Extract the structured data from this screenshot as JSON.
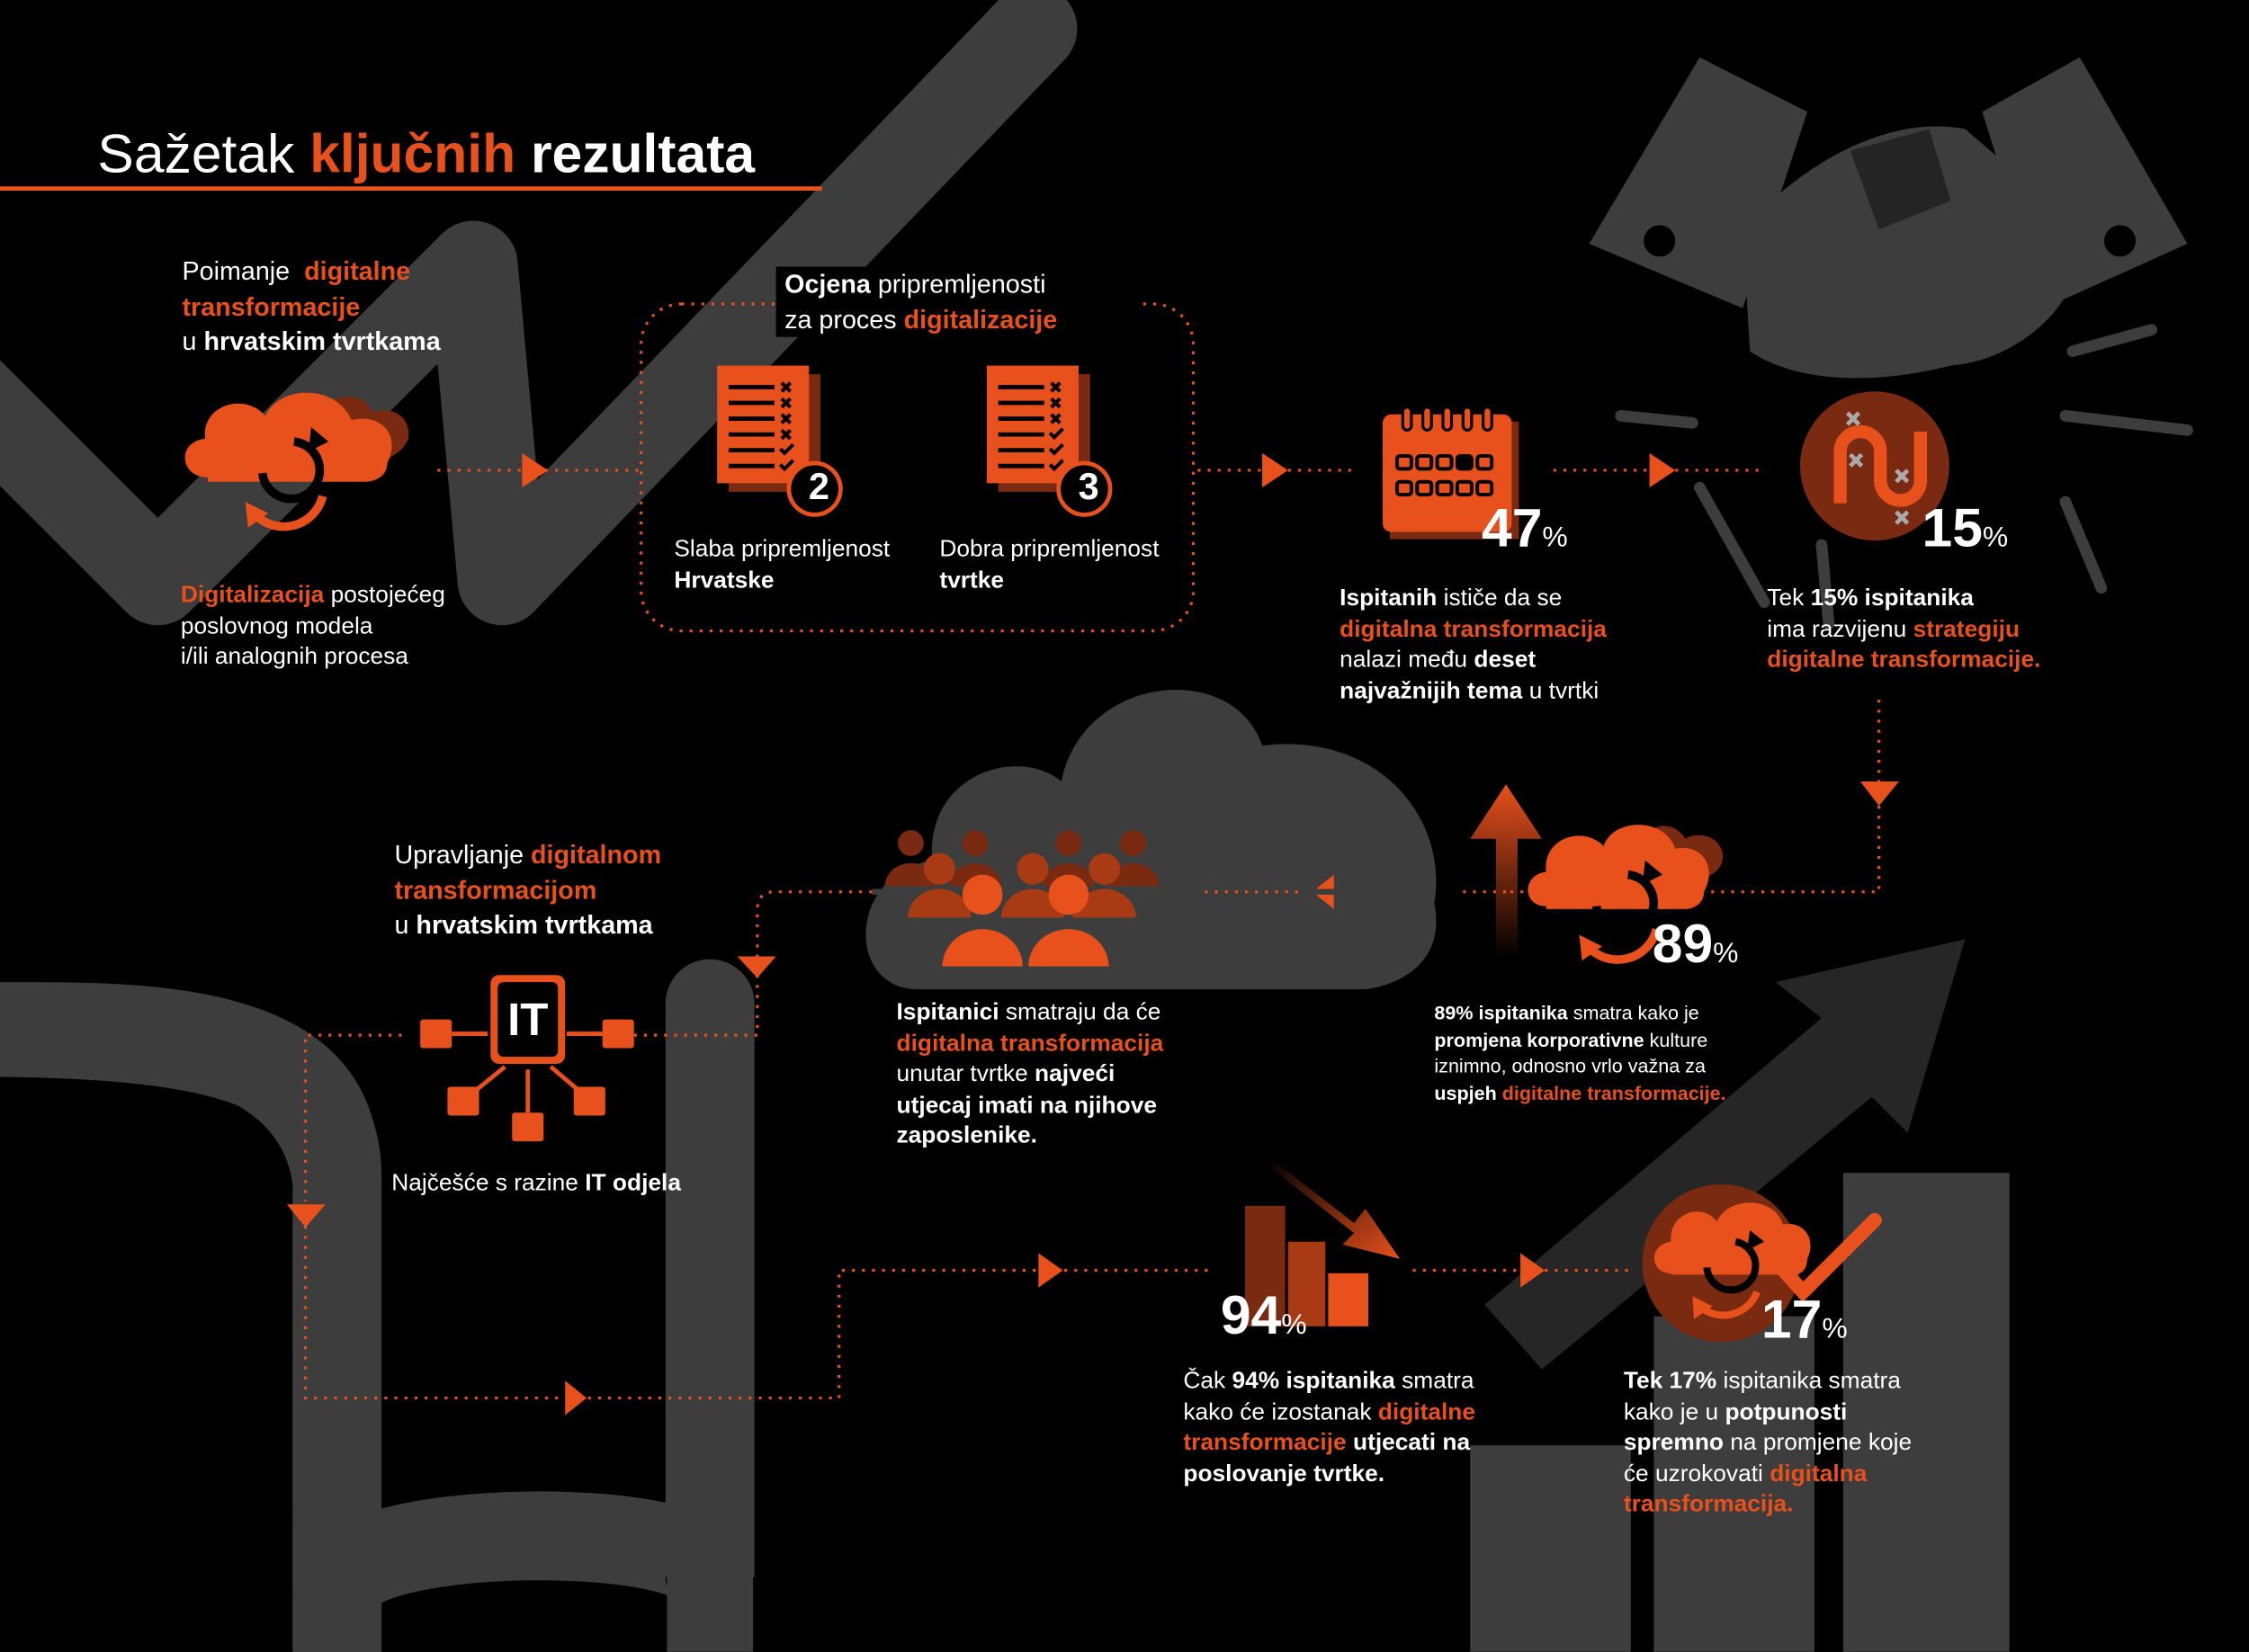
{
  "title": {
    "part1": "Sažetak",
    "part2": "ključnih",
    "part3": "rezultata"
  },
  "colors": {
    "accent": "#e8501c",
    "accent_dark": "#7a2a10",
    "background": "#000000",
    "shape_gray": "#3d3d3d"
  },
  "block1": {
    "head1": "Poimanje",
    "head2": "digitalne",
    "head3": "transformacije",
    "head4": "u",
    "head5": "hrvatskim tvrtkama",
    "desc1": "Digitalizacija",
    "desc2": "postojećeg",
    "desc3": "poslovnog modela",
    "desc4": "i/ili analognih procesa",
    "icon": "cloud-sync-icon"
  },
  "block2": {
    "head1": "Ocjena",
    "head2": "pripremljenosti",
    "head3": "za proces",
    "head4": "digitalizacije",
    "doc1_num": "2",
    "doc1_line1": "Slaba pripremljenost",
    "doc1_line2": "Hrvatske",
    "doc2_num": "3",
    "doc2_line1": "Dobra  pripremljenost",
    "doc2_line2": "tvrtke",
    "icon": "checklist-document-icon"
  },
  "stat47": {
    "value": "47",
    "unit": "%",
    "t1": "Ispitanih",
    "t2": "ističe da se",
    "t3": "digitalna transformacija",
    "t4": "nalazi među",
    "t5": "deset",
    "t6": "najvažnijih tema",
    "t7": "u tvrtki",
    "icon": "calendar-icon"
  },
  "stat15": {
    "value": "15",
    "unit": "%",
    "t1": "Tek",
    "t2": "15% ispitanika",
    "t3": "ima razvijenu",
    "t4": "strategiju",
    "t5": "digitalne transformacije.",
    "icon": "strategy-path-icon"
  },
  "stat89": {
    "value": "89",
    "unit": "%",
    "t1": "89% ispitanika",
    "t2": "smatra kako je",
    "t3": "promjena korporativne",
    "t4": "kulture",
    "t5": "iznimno, odnosno vrlo važna za",
    "t6": "uspjeh",
    "t7": "digitalne transformacije.",
    "icon": "cloud-sync-up-icon"
  },
  "people": {
    "t1": "Ispitanici",
    "t2": "smatraju da će",
    "t3": "digitalna transformacija",
    "t4": "unutar tvrtke",
    "t5": "najveći",
    "t6": "utjecaj imati na njihove",
    "t7": "zaposlenike.",
    "icon": "people-group-icon"
  },
  "it": {
    "head1": "Upravljanje",
    "head2": "digitalnom",
    "head3": "transformacijom",
    "head4": "u",
    "head5": "hrvatskim tvrtkama",
    "label": "IT",
    "d1": "Najčešće s razine",
    "d2": "IT odjela",
    "icon": "it-network-icon"
  },
  "stat94": {
    "value": "94",
    "unit": "%",
    "t1": "Čak",
    "t2": "94% ispitanika",
    "t3": "smatra",
    "t4": "kako će izostanak",
    "t5": "digitalne",
    "t6": "transformacije",
    "t7": "utjecati na",
    "t8": "poslovanje tvrtke.",
    "icon": "declining-chart-icon"
  },
  "stat17": {
    "value": "17",
    "unit": "%",
    "t1": "Tek 17%",
    "t2": "ispitanika smatra",
    "t3": "kako je u",
    "t4": "potpunosti",
    "t5": "spremno",
    "t6": "na promjene koje",
    "t7": "će uzrokovati",
    "t8": "digitalna",
    "t9": "transformacija.",
    "icon": "cloud-sync-check-icon"
  }
}
